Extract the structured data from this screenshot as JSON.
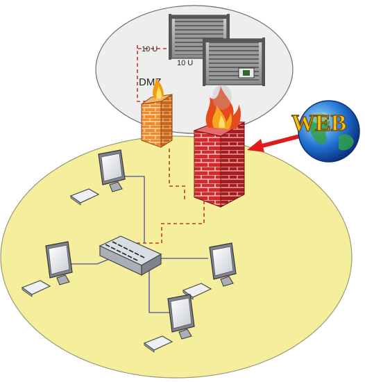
{
  "labels": {
    "server_units_1": "10 U",
    "server_units_2": "10 U",
    "dmz": "DMZ",
    "web": "WEB"
  },
  "zones": {
    "dmz_zone": "dmz",
    "lan_zone": "lan"
  },
  "icons": {
    "server_rack": "server-rack-icon",
    "firewall": "firewall-icon",
    "flame": "flame-icon",
    "globe": "globe-icon",
    "switch": "network-switch-icon",
    "monitor": "monitor-icon",
    "keyboard": "keyboard-icon",
    "arrow": "red-arrow-icon"
  },
  "colors": {
    "dmz_fill": "#eeeeee",
    "lan_fill": "#f5ee9c",
    "firewall_orange": "#f08a2e",
    "firewall_red": "#d6282b",
    "dashed_link": "#c0392b",
    "lan_link": "#4a4aa6",
    "web_text": "#f2c21a",
    "globe": "#1e6fd0"
  }
}
